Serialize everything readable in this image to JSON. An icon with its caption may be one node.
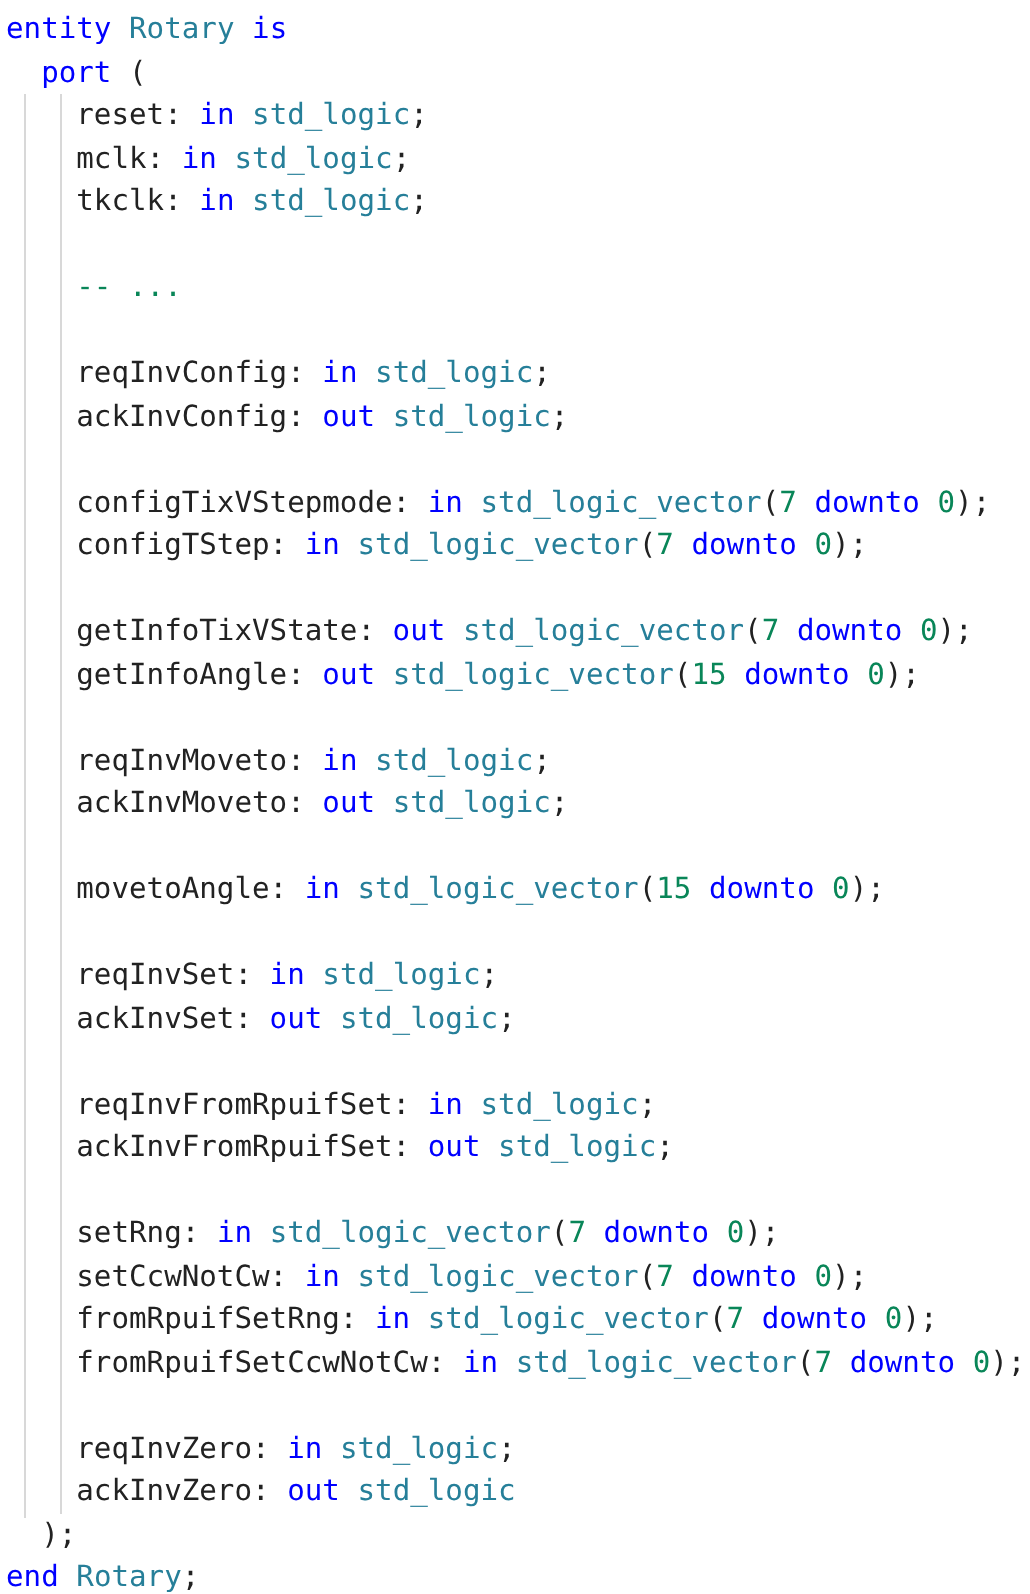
{
  "diagram": {
    "labels": [
      "entity Rotary is",
      "  port (",
      "    reset: in std_logic;",
      "    mclk: in std_logic;",
      "    tkclk: in std_logic;",
      "    -- ...",
      "    reqInvConfig: in std_logic;",
      "    ackInvConfig: out std_logic;",
      "    configTixVStepmode: in std_logic_vector(7 downto 0);",
      "    configTStep: in std_logic_vector(7 downto 0);",
      "    getInfoTixVState: out std_logic_vector(7 downto 0);",
      "    getInfoAngle: out std_logic_vector(15 downto 0);",
      "    reqInvMoveto: in std_logic;",
      "    ackInvMoveto: out std_logic;",
      "    movetoAngle: in std_logic_vector(15 downto 0);",
      "    reqInvSet: in std_logic;",
      "    ackInvSet: out std_logic;",
      "    reqInvFromRpuifSet: in std_logic;",
      "    ackInvFromRpuifSet: out std_logic;",
      "    setRng: in std_logic_vector(7 downto 0);",
      "    setCcwNotCw: in std_logic_vector(7 downto 0);",
      "    fromRpuifSetRng: in std_logic_vector(7 downto 0);",
      "    fromRpuifSetCcwNotCw: in std_logic_vector(7 downto 0);",
      "    reqInvZero: in std_logic;",
      "    ackInvZero: out std_logic",
      "  );",
      "end Rotary;"
    ]
  }
}
